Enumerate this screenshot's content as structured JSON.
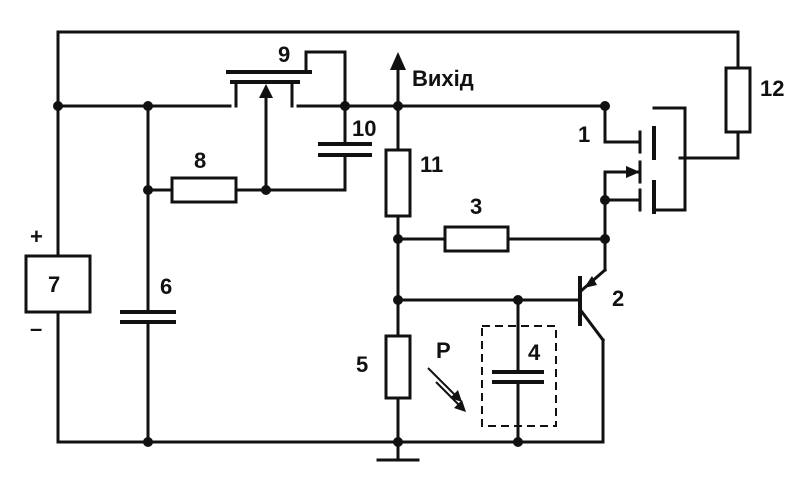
{
  "output_label": "Вихід",
  "polarity": {
    "plus": "+",
    "minus": "–"
  },
  "components": {
    "c1": "1",
    "c2": "2",
    "c3": "3",
    "c4": "4",
    "c5": "5",
    "c6": "6",
    "c7": "7",
    "c8": "8",
    "c9": "9",
    "c10": "10",
    "c11": "11",
    "c12": "12"
  },
  "light_label": "P"
}
